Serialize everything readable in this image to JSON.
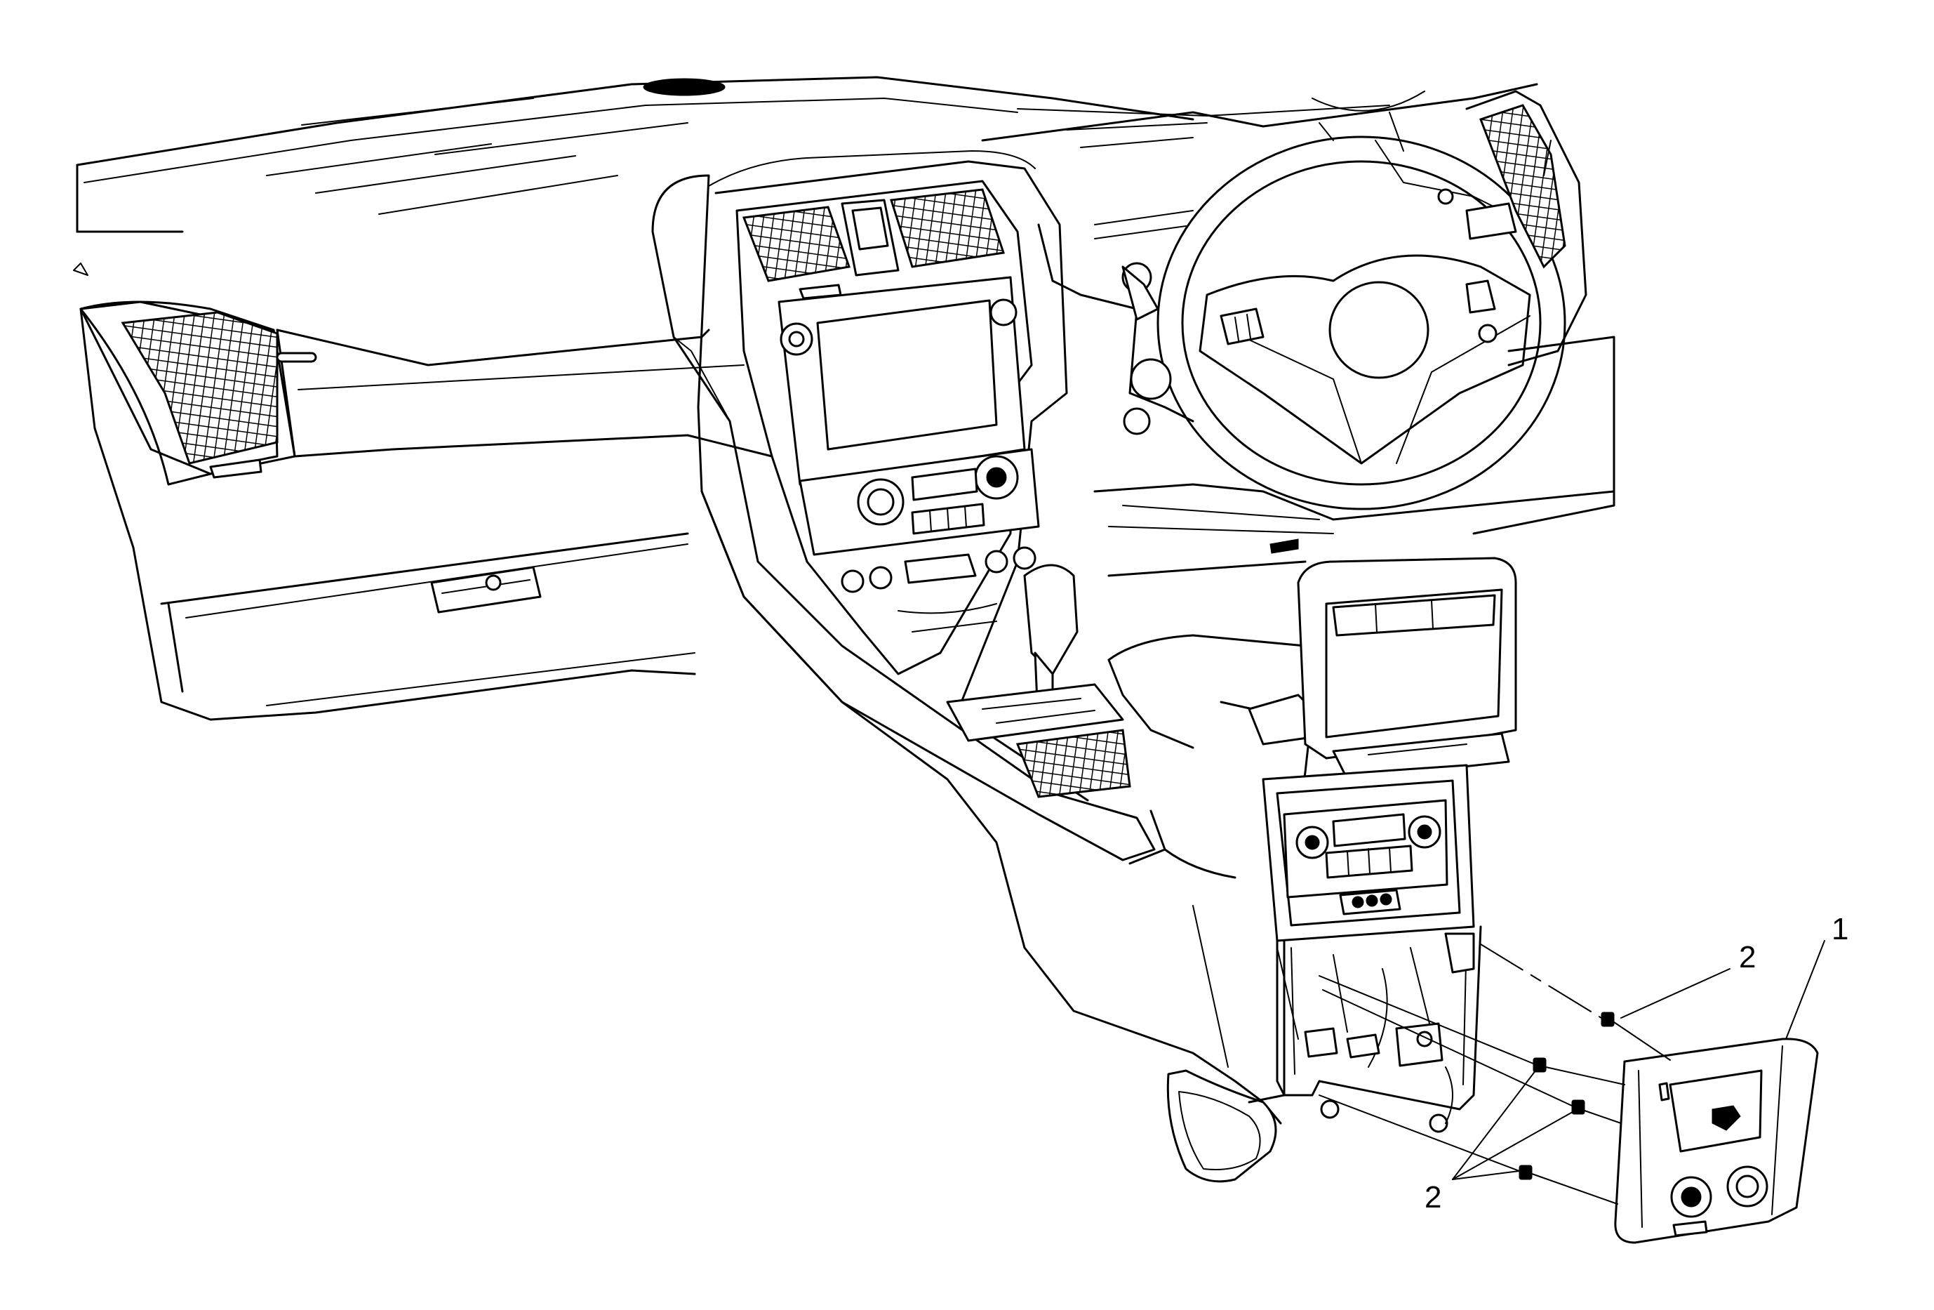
{
  "callouts": {
    "one": "1",
    "two_top": "2",
    "two_bottom": "2"
  }
}
